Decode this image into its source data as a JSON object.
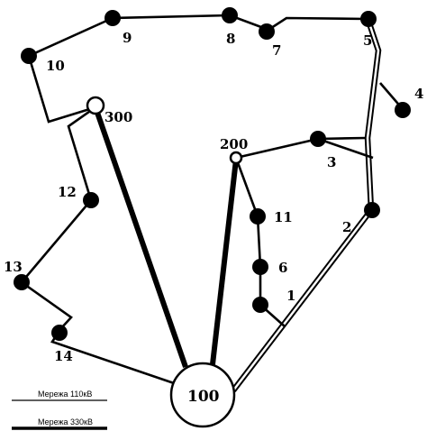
{
  "diagram": {
    "substations": [
      {
        "id": "n1",
        "label": "1"
      },
      {
        "id": "n2",
        "label": "2"
      },
      {
        "id": "n3",
        "label": "3"
      },
      {
        "id": "n4",
        "label": "4"
      },
      {
        "id": "n5",
        "label": "5"
      },
      {
        "id": "n6",
        "label": "6"
      },
      {
        "id": "n7",
        "label": "7"
      },
      {
        "id": "n8",
        "label": "8"
      },
      {
        "id": "n9",
        "label": "9"
      },
      {
        "id": "n10",
        "label": "10"
      },
      {
        "id": "n11",
        "label": "11"
      },
      {
        "id": "n12",
        "label": "12"
      },
      {
        "id": "n13",
        "label": "13"
      },
      {
        "id": "n14",
        "label": "14"
      },
      {
        "id": "n100",
        "label": "100"
      },
      {
        "id": "n200",
        "label": "200"
      },
      {
        "id": "n300",
        "label": "300"
      }
    ],
    "legend": [
      {
        "key": "110",
        "label": "Мережа 110кВ"
      },
      {
        "key": "330",
        "label": "Мережа 330кВ"
      }
    ]
  }
}
